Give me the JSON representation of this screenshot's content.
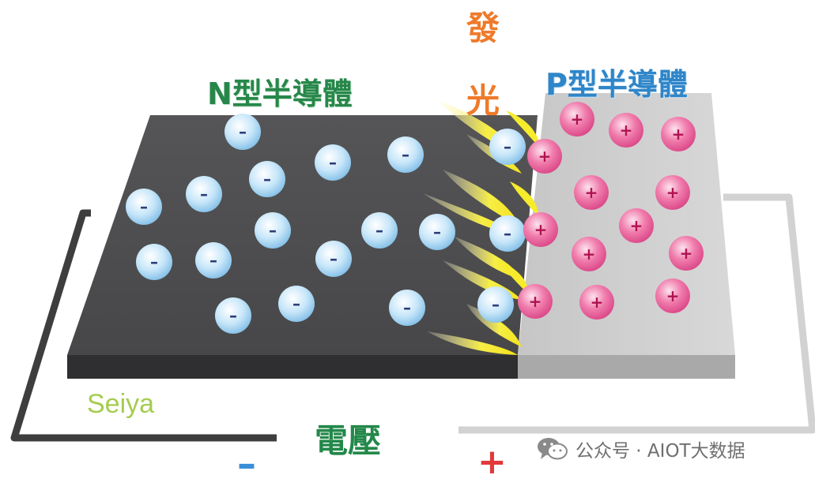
{
  "labels": {
    "n_type": "N型半導體",
    "p_type": "P型半導體",
    "light_1": "發",
    "light_2": "光",
    "voltage": "電壓",
    "brand": "Seiya",
    "negative_terminal": "–",
    "positive_terminal": "+"
  },
  "electron_symbol": "–",
  "hole_symbol": "+",
  "watermark": {
    "text": "公众号 · AIOT大数据",
    "icon": "wechat-icon"
  },
  "colors": {
    "n_material": "#4a4a4c",
    "p_material": "#cfcfcf",
    "electron": "#bfe3f8",
    "hole": "#f07cac",
    "light": "#f5ea3a",
    "wire": "#3f3f3f"
  }
}
